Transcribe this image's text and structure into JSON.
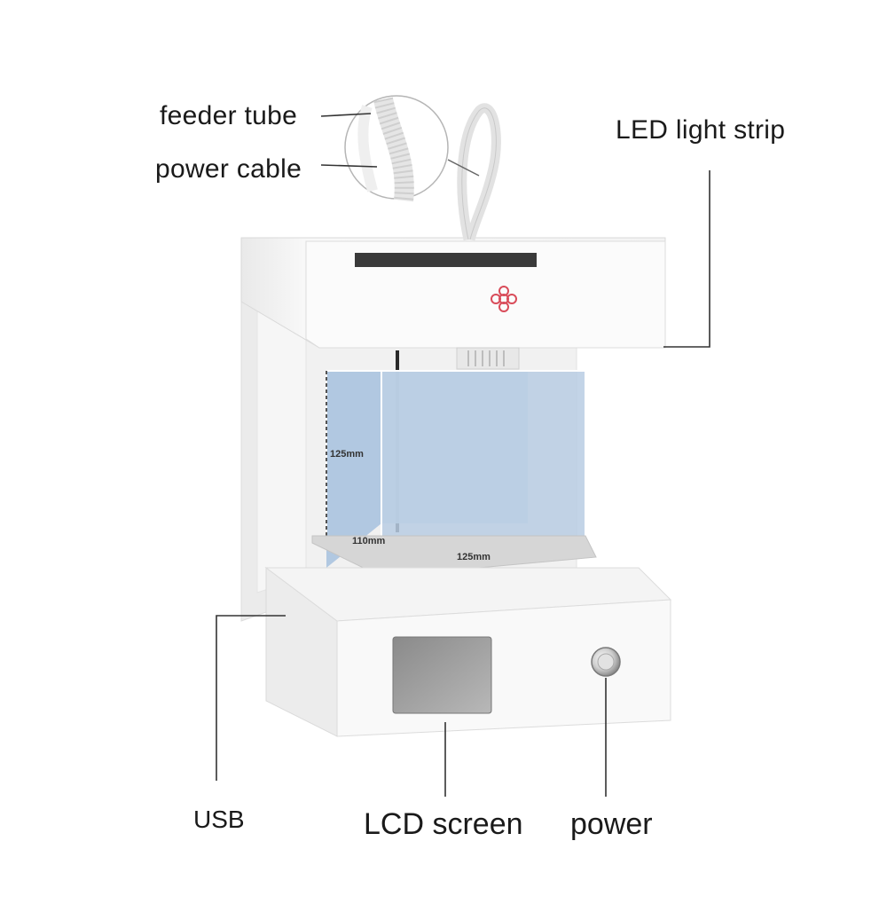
{
  "callouts": {
    "feeder_tube": "feeder tube",
    "power_cable": "power cable",
    "led_light_strip": "LED light strip",
    "usb": "USB",
    "lcd_screen": "LCD screen",
    "power": "power"
  },
  "build_volume": {
    "height_label": "125mm",
    "depth_label": "110mm",
    "width_label": "125mm"
  },
  "colors": {
    "printer_body": "#f7f7f7",
    "build_volume_fill": "#b9cde3",
    "logo_accent": "#d94c5a",
    "leader_line": "#333333"
  },
  "icons": {
    "logo": "flower-logo-icon",
    "power_button": "power-button-icon"
  }
}
